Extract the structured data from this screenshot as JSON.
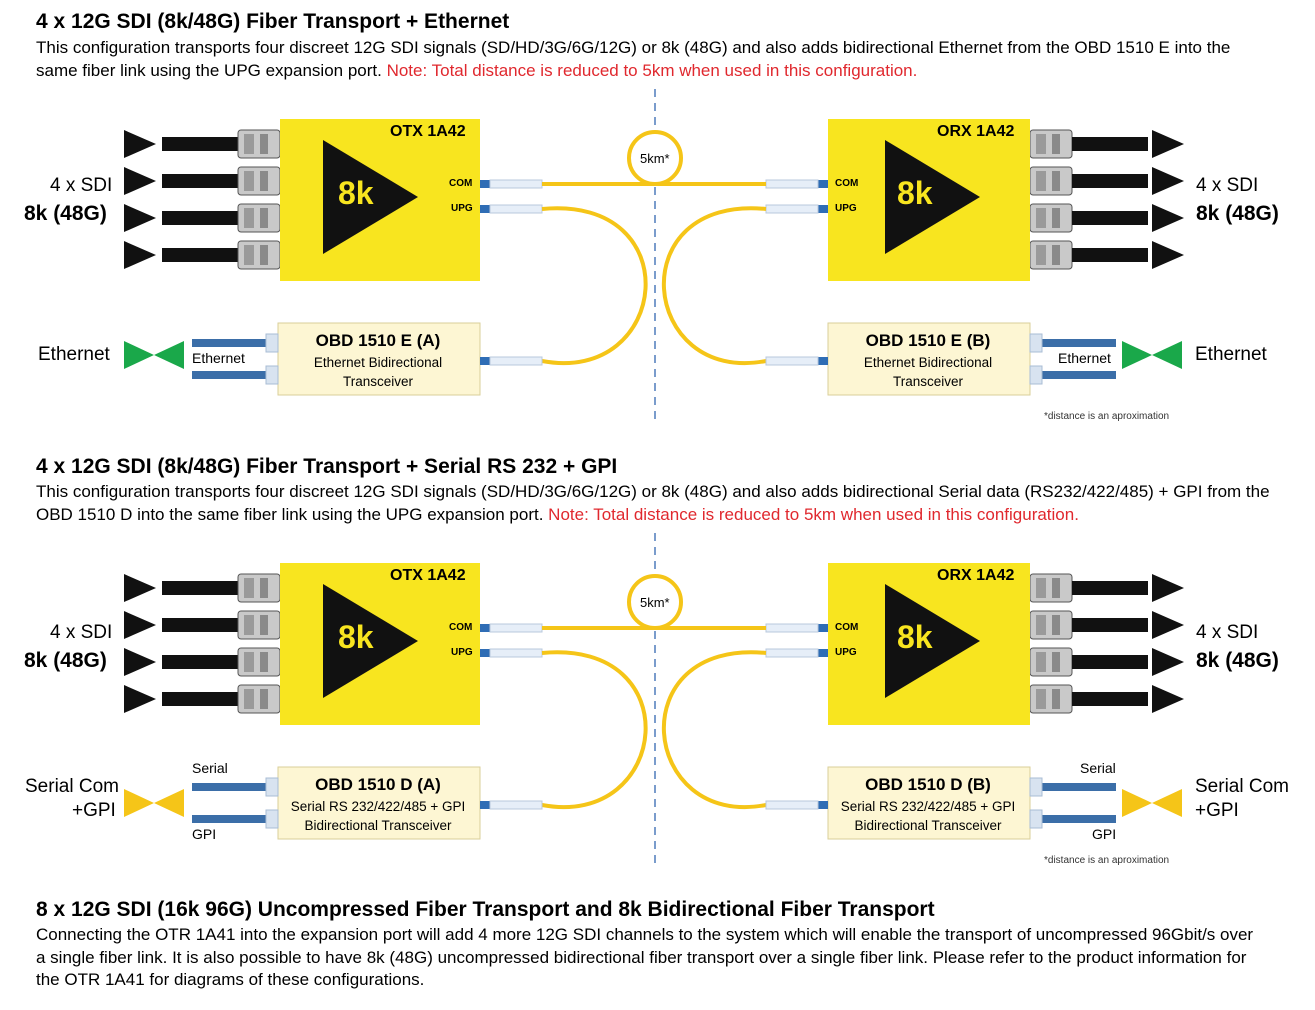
{
  "sections": [
    {
      "title": "4 x 12G SDI (8k/48G) Fiber Transport + Ethernet",
      "desc": "This configuration transports four discreet 12G SDI signals (SD/HD/3G/6G/12G) or 8k (48G) and also adds bidirectional Ethernet from the OBD 1510 E into the same fiber link using the UPG expansion port.",
      "note": "Note: Total distance is reduced to 5km when used in this configuration.",
      "diagram": {
        "left_sdi_count": "4 x SDI",
        "left_sdi_format": "8k (48G)",
        "right_sdi_count": "4 x SDI",
        "right_sdi_format": "8k (48G)",
        "tx_name": "OTX 1A42",
        "tx_label": "8k",
        "rx_name": "ORX 1A42",
        "rx_label": "8k",
        "port_com": "COM",
        "port_upg": "UPG",
        "distance": "5km*",
        "left_aux_label": "Ethernet",
        "right_aux_label": "Ethernet",
        "left_cable_label": "Ethernet",
        "right_cable_label": "Ethernet",
        "left_box_title": "OBD 1510 E (A)",
        "left_box_sub1": "Ethernet Bidirectional",
        "left_box_sub2": "Transceiver",
        "right_box_title": "OBD 1510 E (B)",
        "right_box_sub1": "Ethernet Bidirectional",
        "right_box_sub2": "Transceiver",
        "footnote": "*distance is an aproximation"
      }
    },
    {
      "title": "4 x 12G SDI (8k/48G) Fiber Transport + Serial RS 232 + GPI",
      "desc": "This configuration transports four discreet 12G SDI signals (SD/HD/3G/6G/12G) or 8k (48G) and also adds bidirectional Serial data (RS232/422/485) + GPI from the OBD 1510 D into the same fiber link using the UPG expansion port.",
      "note": "Note: Total distance is reduced to 5km when used in this configuration.",
      "diagram": {
        "left_sdi_count": "4 x SDI",
        "left_sdi_format": "8k (48G)",
        "right_sdi_count": "4 x SDI",
        "right_sdi_format": "8k (48G)",
        "tx_name": "OTX 1A42",
        "tx_label": "8k",
        "rx_name": "ORX 1A42",
        "rx_label": "8k",
        "port_com": "COM",
        "port_upg": "UPG",
        "distance": "5km*",
        "left_aux_label1": "Serial Com",
        "left_aux_label2": "+GPI",
        "right_aux_label1": "Serial Com",
        "right_aux_label2": "+GPI",
        "left_cable_serial": "Serial",
        "left_cable_gpi": "GPI",
        "right_cable_serial": "Serial",
        "right_cable_gpi": "GPI",
        "left_box_title": "OBD 1510 D (A)",
        "left_box_sub1": "Serial RS 232/422/485 + GPI",
        "left_box_sub2": "Bidirectional Transceiver",
        "right_box_title": "OBD 1510 D (B)",
        "right_box_sub1": "Serial RS 232/422/485 + GPI",
        "right_box_sub2": "Bidirectional Transceiver",
        "footnote": "*distance is an aproximation"
      }
    },
    {
      "title": "8 x 12G SDI (16k 96G) Uncompressed Fiber Transport and 8k Bidirectional Fiber Transport",
      "desc": "Connecting the OTR 1A41 into the expansion port will add 4 more 12G SDI channels to the system which will enable the transport of uncompressed 96Gbit/s over a single fiber link. It is also possible to have 8k (48G) uncompressed bidirectional fiber transport over a single fiber link. Please refer to the product information for the OTR 1A41 for diagrams of these configurations."
    }
  ],
  "colors": {
    "device_yellow": "#f8e51f",
    "fiber_yellow": "#f5c518",
    "ethernet_green": "#1aa84a",
    "serial_yellow": "#f5c518",
    "cable_blue": "#3b6ea8",
    "box_fill": "#fdf6d3",
    "note_red": "#e0282e",
    "dashed_blue": "#7a9ccc"
  }
}
